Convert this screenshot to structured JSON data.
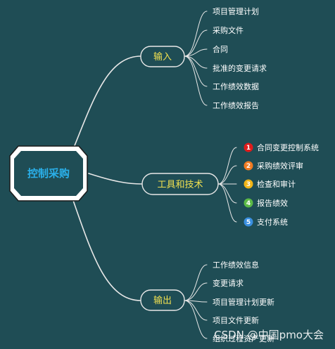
{
  "root": {
    "label": "控制采购"
  },
  "branches": [
    {
      "label": "输入",
      "leaves": [
        "项目管理计划",
        "采购文件",
        "合同",
        "批准的变更请求",
        "工作绩效数据",
        "工作绩效报告"
      ]
    },
    {
      "label": "工具和技术",
      "leaves": [
        "合同变更控制系统",
        "采购绩效评审",
        "检查和审计",
        "报告绩效",
        "支付系统"
      ],
      "markers": [
        "1",
        "2",
        "3",
        "4",
        "5"
      ],
      "marker_colors": [
        "#e01c1c",
        "#f07b22",
        "#f2b516",
        "#5cba47",
        "#3a8fe0"
      ]
    },
    {
      "label": "输出",
      "leaves": [
        "工作绩效信息",
        "变更请求",
        "项目管理计划更新",
        "项目文件更新",
        "组织过程资产更新"
      ]
    }
  ],
  "watermark": "CSDN @中国pmo大会",
  "colors": {
    "background": "#1f4d55",
    "root_text": "#2ab0ea",
    "branch_text": "#f0e050",
    "leaf_text": "#ffffff",
    "lines": "#e8e8e8"
  }
}
